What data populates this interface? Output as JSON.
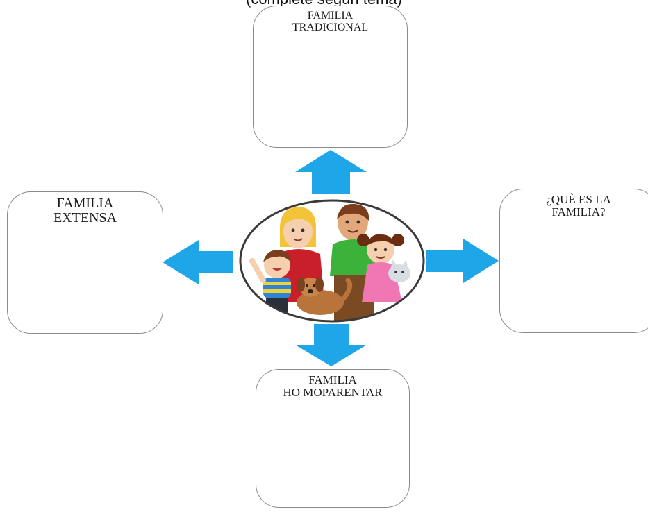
{
  "caption": "(complete segun tema)",
  "nodes": {
    "top": {
      "lines": [
        "FAMILIA",
        "TRADICIONAL"
      ]
    },
    "left": {
      "lines": [
        "FAMILIA",
        "EXTENSA"
      ]
    },
    "right": {
      "lines": [
        "¿QUÈ ES LA",
        "FAMILIA?"
      ]
    },
    "bottom": {
      "lines": [
        "FAMILIA",
        "HO MOPARENTAR"
      ]
    }
  },
  "colors": {
    "arrow": "#1fa6e8",
    "circle_border": "#3a3a3a",
    "box_border": "#8a8a8a"
  },
  "center": {
    "image": "family-illustration-icon"
  }
}
